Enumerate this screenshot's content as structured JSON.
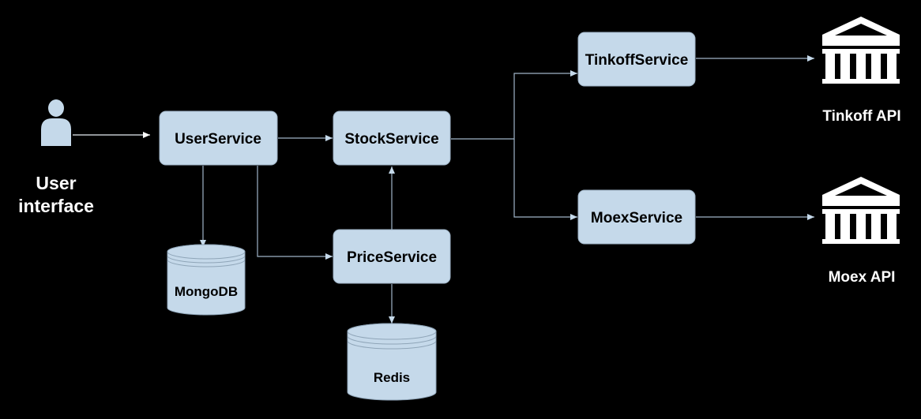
{
  "user": {
    "label_line1": "User",
    "label_line2": "interface"
  },
  "services": {
    "user_service": "UserService",
    "stock_service": "StockService",
    "price_service": "PriceService",
    "tinkoff_service": "TinkoffService",
    "moex_service": "MoexService"
  },
  "databases": {
    "mongodb": "MongoDB",
    "redis": "Redis"
  },
  "external_apis": {
    "tinkoff": "Tinkoff API",
    "moex": "Moex API"
  },
  "icons": {
    "user": "user-icon",
    "bank": "bank-building-icon",
    "database": "database-cylinder-icon"
  },
  "colors": {
    "background": "#000000",
    "node_fill": "#c5d9ea",
    "edge": "#9fb4c7",
    "text_light": "#ffffff"
  }
}
